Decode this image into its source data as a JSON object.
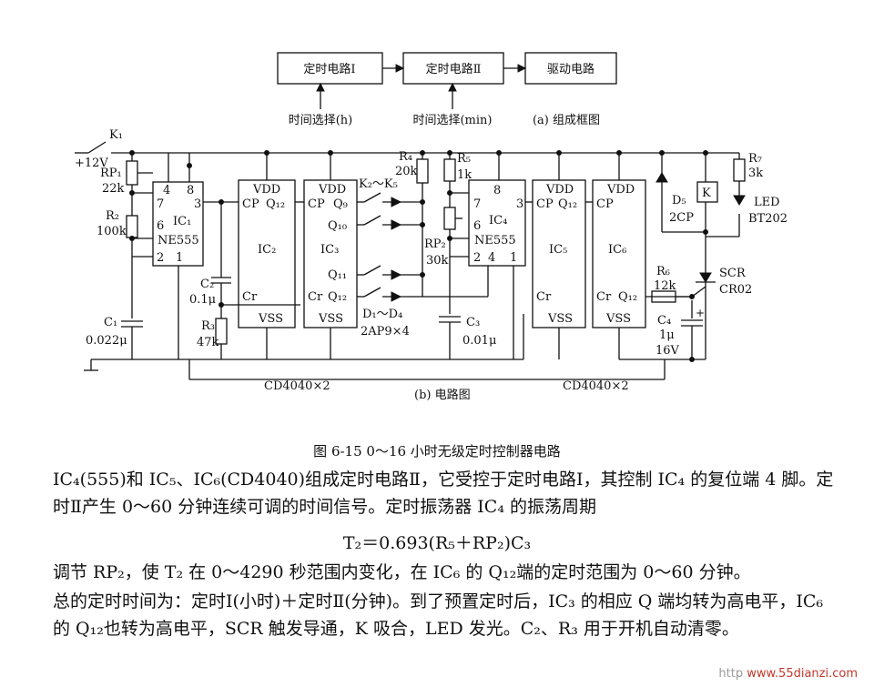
{
  "block_diagram": {
    "blocks": [
      "定时电路Ⅰ",
      "定时电路Ⅱ",
      "驱动电路"
    ],
    "time_select_h": "时间选择(h)",
    "time_select_min": "时间选择(min)",
    "caption_a": "(a) 组成框图"
  },
  "circuit": {
    "supply": "+12V",
    "k1": "K₁",
    "rp1": "RP₁",
    "rp1_val": "22k",
    "r2": "R₂",
    "r2_val": "100k",
    "c1": "C₁",
    "c1_val": "0.022μ",
    "ic1": "IC₁",
    "ne555_a": "NE555",
    "c2": "C₂",
    "c2_val": "0.1μ",
    "r3": "R₃",
    "r3_val": "47k",
    "ic2": "IC₂",
    "ic3": "IC₃",
    "vdd": "VDD",
    "vss": "VSS",
    "cp": "CP",
    "cr": "Cr",
    "q12": "Q₁₂",
    "q9": "Q₉",
    "q10": "Q₁₀",
    "q11": "Q₁₁",
    "k2k5": "K₂～K₅",
    "d1d4": "D₁～D₄",
    "d_type": "2AP9×4",
    "r4": "R₄",
    "r4_val": "20k",
    "r5": "R₅",
    "r5_val": "1k",
    "rp2": "RP₂",
    "rp2_val": "30k",
    "ic4": "IC₄",
    "ne555_b": "NE555",
    "c3": "C₃",
    "c3_val": "0.01μ",
    "ic5": "IC₅",
    "ic6": "IC₆",
    "d5": "D₅",
    "d5_type": "2CP",
    "k_relay": "K",
    "r7": "R₇",
    "r7_val": "3k",
    "led": "LED",
    "led_type": "BT202",
    "r6": "R₆",
    "r6_val": "12k",
    "scr": "SCR",
    "scr_type": "CR02",
    "c4": "C₄",
    "c4_val": "1μ",
    "c4_volt": "16V",
    "cd4040_left": "CD4040×2",
    "cd4040_right": "CD4040×2",
    "caption_b": "(b) 电路图"
  },
  "figure_caption": "图 6-15  0～16 小时无级定时控制器电路",
  "paragraph1": "IC₄(555)和 IC₅、IC₆(CD4040)组成定时电路Ⅱ，它受控于定时电路Ⅰ，其控制 IC₄ 的复位端 4 脚。定时Ⅱ产生 0～60 分钟连续可调的时间信号。定时振荡器 IC₄ 的振荡周期",
  "formula": "T₂＝0.693(R₅＋RP₂)C₃",
  "paragraph2": "调节 RP₂，使 T₂ 在 0～4290 秒范围内变化，在 IC₆ 的 Q₁₂端的定时范围为 0～60 分钟。",
  "paragraph3": "总的定时时间为：定时Ⅰ(小时)＋定时Ⅱ(分钟)。到了预置定时后，IC₃ 的相应 Q 端均转为高电平，IC₆ 的 Q₁₂也转为高电平，SCR 触发导通，K 吸合，LED 发光。C₂、R₃ 用于开机自动清零。",
  "watermark_prefix": "http",
  "watermark": "www.55dianzi.com"
}
